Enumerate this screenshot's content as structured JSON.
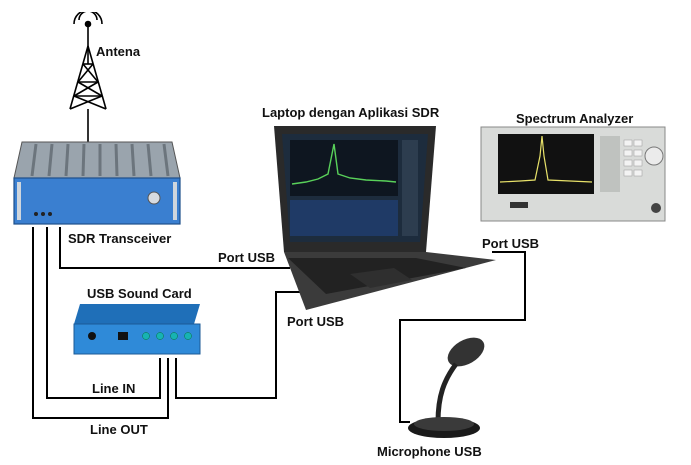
{
  "labels": {
    "antenna": "Antena",
    "transceiver": "SDR Transceiver",
    "laptop": "Laptop dengan Aplikasi SDR",
    "analyzer": "Spectrum Analyzer",
    "sound_card": "USB Sound Card",
    "port_usb_transceiver": "Port USB",
    "port_usb_soundcard": "Port USB",
    "port_usb_analyzer": "Port USB",
    "line_in": "Line IN",
    "line_out": "Line OUT",
    "microphone": "Microphone USB"
  },
  "colors": {
    "wire": "#000000",
    "transceiver_body": "#3a7fd0",
    "sound_card_body": "#2f8ad8",
    "laptop_body": "#2a2a2a",
    "screen_bg": "#1d2c3d",
    "analyzer_body": "#d9dbd9"
  }
}
